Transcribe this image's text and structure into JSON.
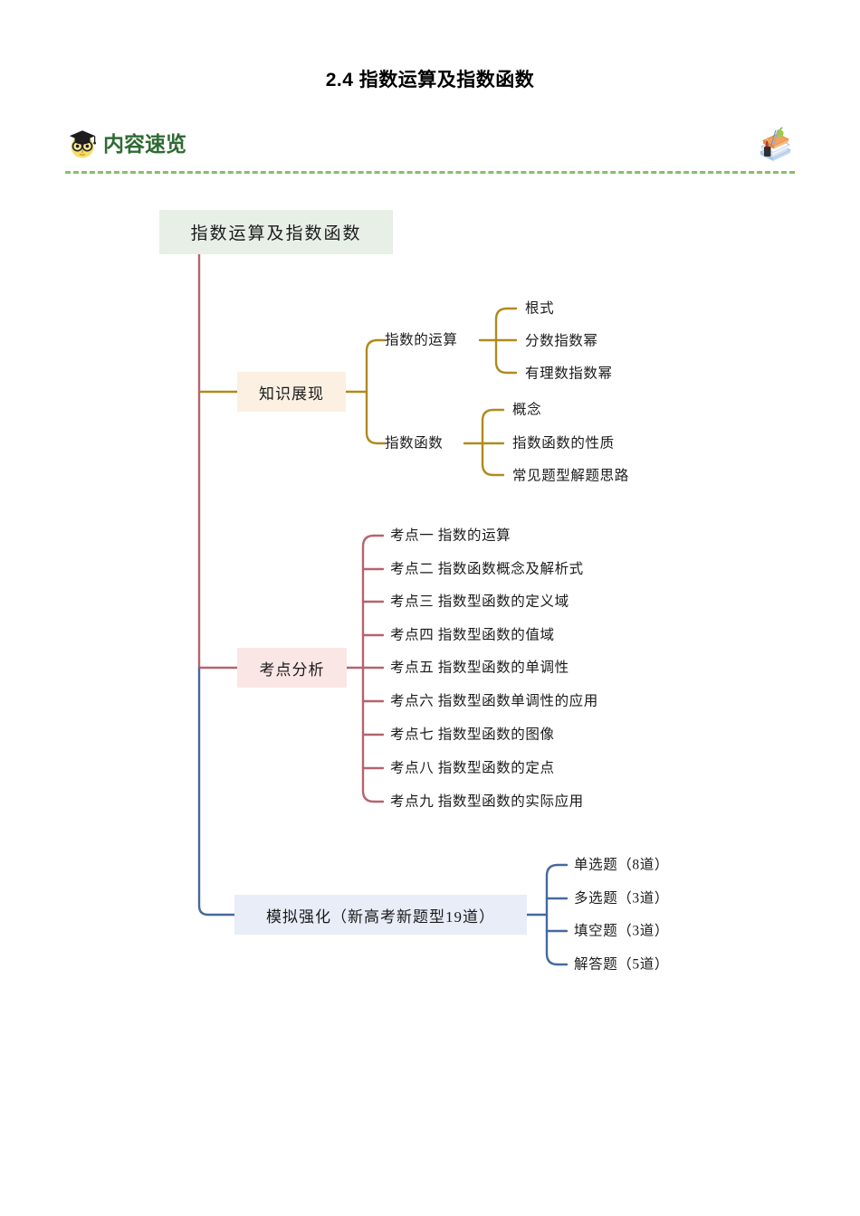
{
  "document": {
    "title": "2.4 指数运算及指数函数"
  },
  "section_header": {
    "label": "内容速览",
    "left_icon": "graduate-face-icon",
    "right_icon": "books-stack-icon",
    "label_color": "#2f6b33",
    "divider_color": "#86bf6b"
  },
  "mindmap": {
    "root": {
      "label": "指数运算及指数函数",
      "bg": "#e7efe7"
    },
    "branches": [
      {
        "id": "knowledge",
        "label": "知识展现",
        "bg": "#fcf0e3",
        "line_color": "#b08a1e",
        "children": [
          {
            "label": "指数的运算",
            "children": [
              {
                "label": "根式"
              },
              {
                "label": "分数指数幂"
              },
              {
                "label": "有理数指数幂"
              }
            ]
          },
          {
            "label": "指数函数",
            "children": [
              {
                "label": "概念"
              },
              {
                "label": "指数函数的性质"
              },
              {
                "label": "常见题型解题思路"
              }
            ]
          }
        ]
      },
      {
        "id": "exam-points",
        "label": "考点分析",
        "bg": "#fbe6e6",
        "line_color": "#b5636e",
        "children": [
          {
            "label": "考点一  指数的运算"
          },
          {
            "label": "考点二  指数函数概念及解析式"
          },
          {
            "label": "考点三  指数型函数的定义域"
          },
          {
            "label": "考点四  指数型函数的值域"
          },
          {
            "label": "考点五  指数型函数的单调性"
          },
          {
            "label": "考点六  指数型函数单调性的应用"
          },
          {
            "label": "考点七  指数型函数的图像"
          },
          {
            "label": "考点八  指数型函数的定点"
          },
          {
            "label": "考点九  指数型函数的实际应用"
          }
        ]
      },
      {
        "id": "practice",
        "label": "模拟强化（新高考新题型19道）",
        "bg": "#e8edf8",
        "line_color": "#46699e",
        "children": [
          {
            "label": "单选题（8道）"
          },
          {
            "label": "多选题（3道）"
          },
          {
            "label": "填空题（3道）"
          },
          {
            "label": "解答题（5道）"
          }
        ]
      }
    ],
    "trunk_colors": {
      "upper": "#b5636e",
      "lower": "#46699e"
    }
  }
}
